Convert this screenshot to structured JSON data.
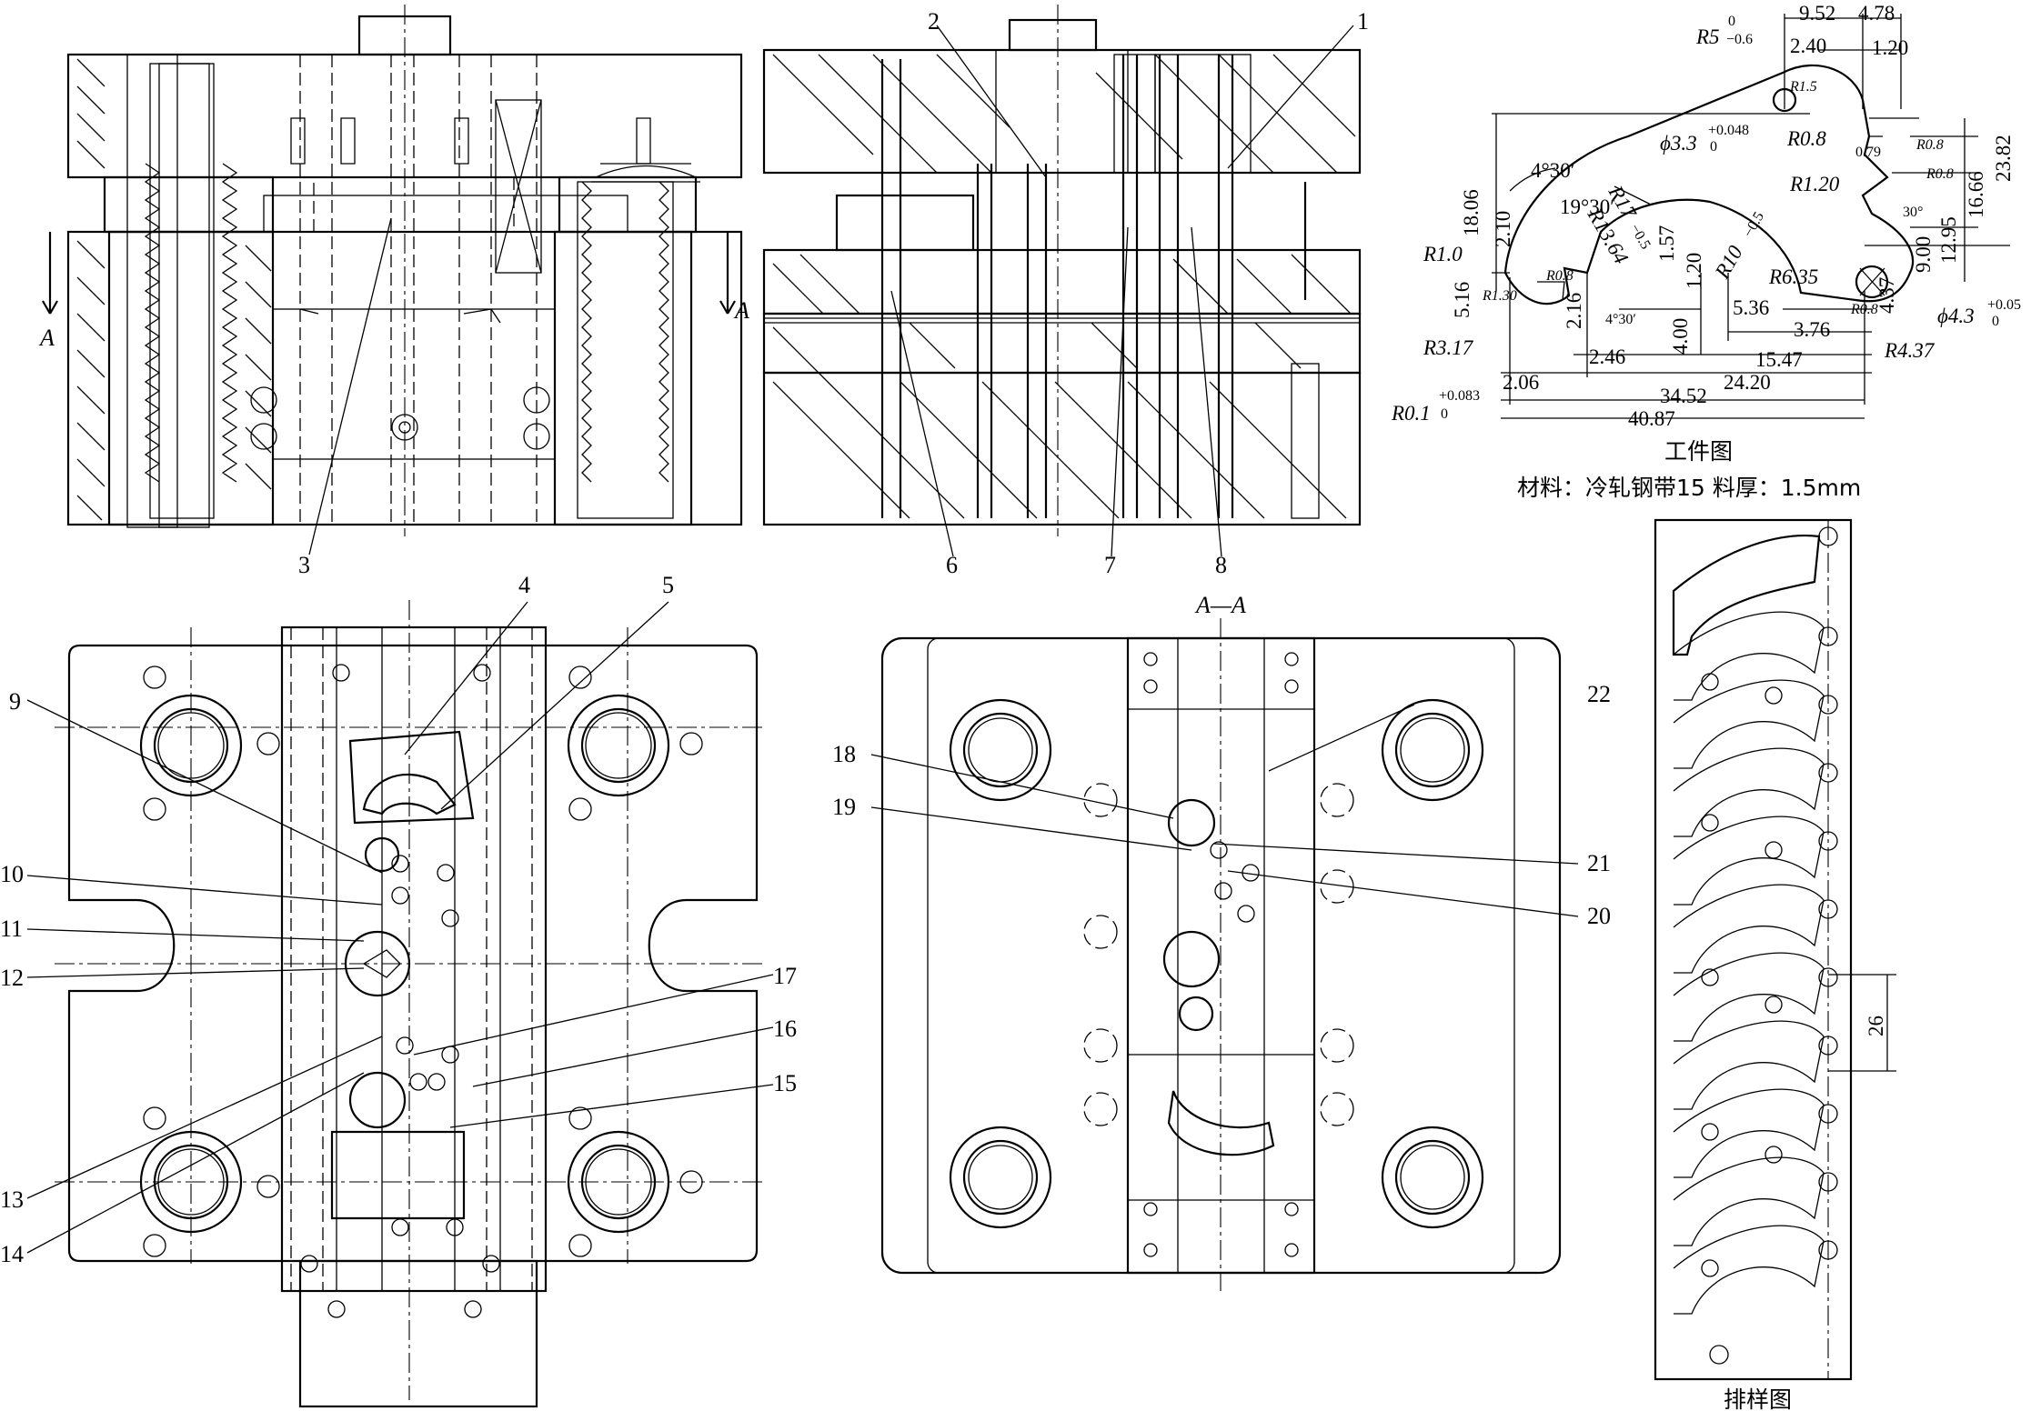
{
  "section_mark": "A",
  "section_title": "A—A",
  "part_numbers": [
    "1",
    "2",
    "3",
    "4",
    "5",
    "6",
    "7",
    "8",
    "9",
    "10",
    "11",
    "12",
    "13",
    "14",
    "15",
    "16",
    "17",
    "18",
    "19",
    "20",
    "21",
    "22"
  ],
  "workpiece": {
    "title": "工件图",
    "material_note": "材料：冷轧钢带15  料厚：1.5mm",
    "dimensions": {
      "d_9_52": "9.52",
      "d_4_78": "4.78",
      "d_2_40": "2.40",
      "d_1_20a": "1.20",
      "r5": "R5",
      "r5_tol_top": "0",
      "r5_tol_bot": "−0.6",
      "r1_5": "R1.5",
      "phi3_3": "ϕ3.3",
      "phi3_3_tol_top": "+0.048",
      "phi3_3_tol_bot": "0",
      "r0_8a": "R0.8",
      "d_0_79": "0.79",
      "r0_8b": "R0.8",
      "r0_8c": "R0.8",
      "d_23_82": "23.82",
      "r1_20": "R1.20",
      "d_16_66": "16.66",
      "d_30deg": "30°",
      "d_12_95": "12.95",
      "d_9_00": "9.00",
      "a_4_30a": "4°30′",
      "a_19_30": "19°30′",
      "r17": "R17",
      "r17_tol": "−0.5",
      "r13_64": "R13.64",
      "d_18_06": "18.06",
      "d_2_10": "2.10",
      "r1_0": "R1.0",
      "r10": "R10",
      "r10_tol": "−0.5",
      "r6_35": "R6.35",
      "d_1_57": "1.57",
      "d_1_20b": "1.20",
      "r0_8d": "R0.8",
      "d_5_16": "5.16",
      "r1_30": "R1.30",
      "d_2_16": "2.16",
      "a_4_30b": "4°30′",
      "d_4_00": "4.00",
      "d_5_36": "5.36",
      "d_3_76": "3.76",
      "d_4_37": "4.37",
      "phi4_3": "ϕ4.3",
      "phi4_3_tol_top": "+0.05",
      "phi4_3_tol_bot": "0",
      "r0_8e": "R0.8",
      "r3_17": "R3.17",
      "d_2_46": "2.46",
      "d_15_47": "15.47",
      "r4_37": "R4.37",
      "d_2_06": "2.06",
      "d_24_20": "24.20",
      "d_34_52": "34.52",
      "r0_1": "R0.1",
      "r0_1_tol_top": "+0.083",
      "r0_1_tol_bot": "0",
      "d_40_87": "40.87"
    }
  },
  "strip_layout": {
    "title": "排样图",
    "pitch": "26"
  }
}
